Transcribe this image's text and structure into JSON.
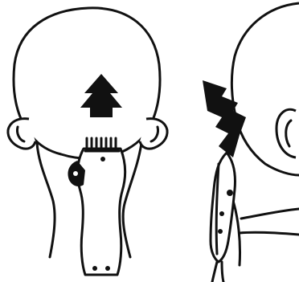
{
  "figure": {
    "colors": {
      "line": "#111111",
      "background": "#ffffff"
    },
    "panels": [
      {
        "name": "back-view",
        "icons": [
          "head-outline",
          "ear-left",
          "ear-right",
          "neck",
          "hair-clipper",
          "upward-arrow"
        ]
      },
      {
        "name": "side-view",
        "icons": [
          "head-profile",
          "ear",
          "neck",
          "hair-clipper",
          "diagonal-arrow"
        ]
      }
    ]
  }
}
